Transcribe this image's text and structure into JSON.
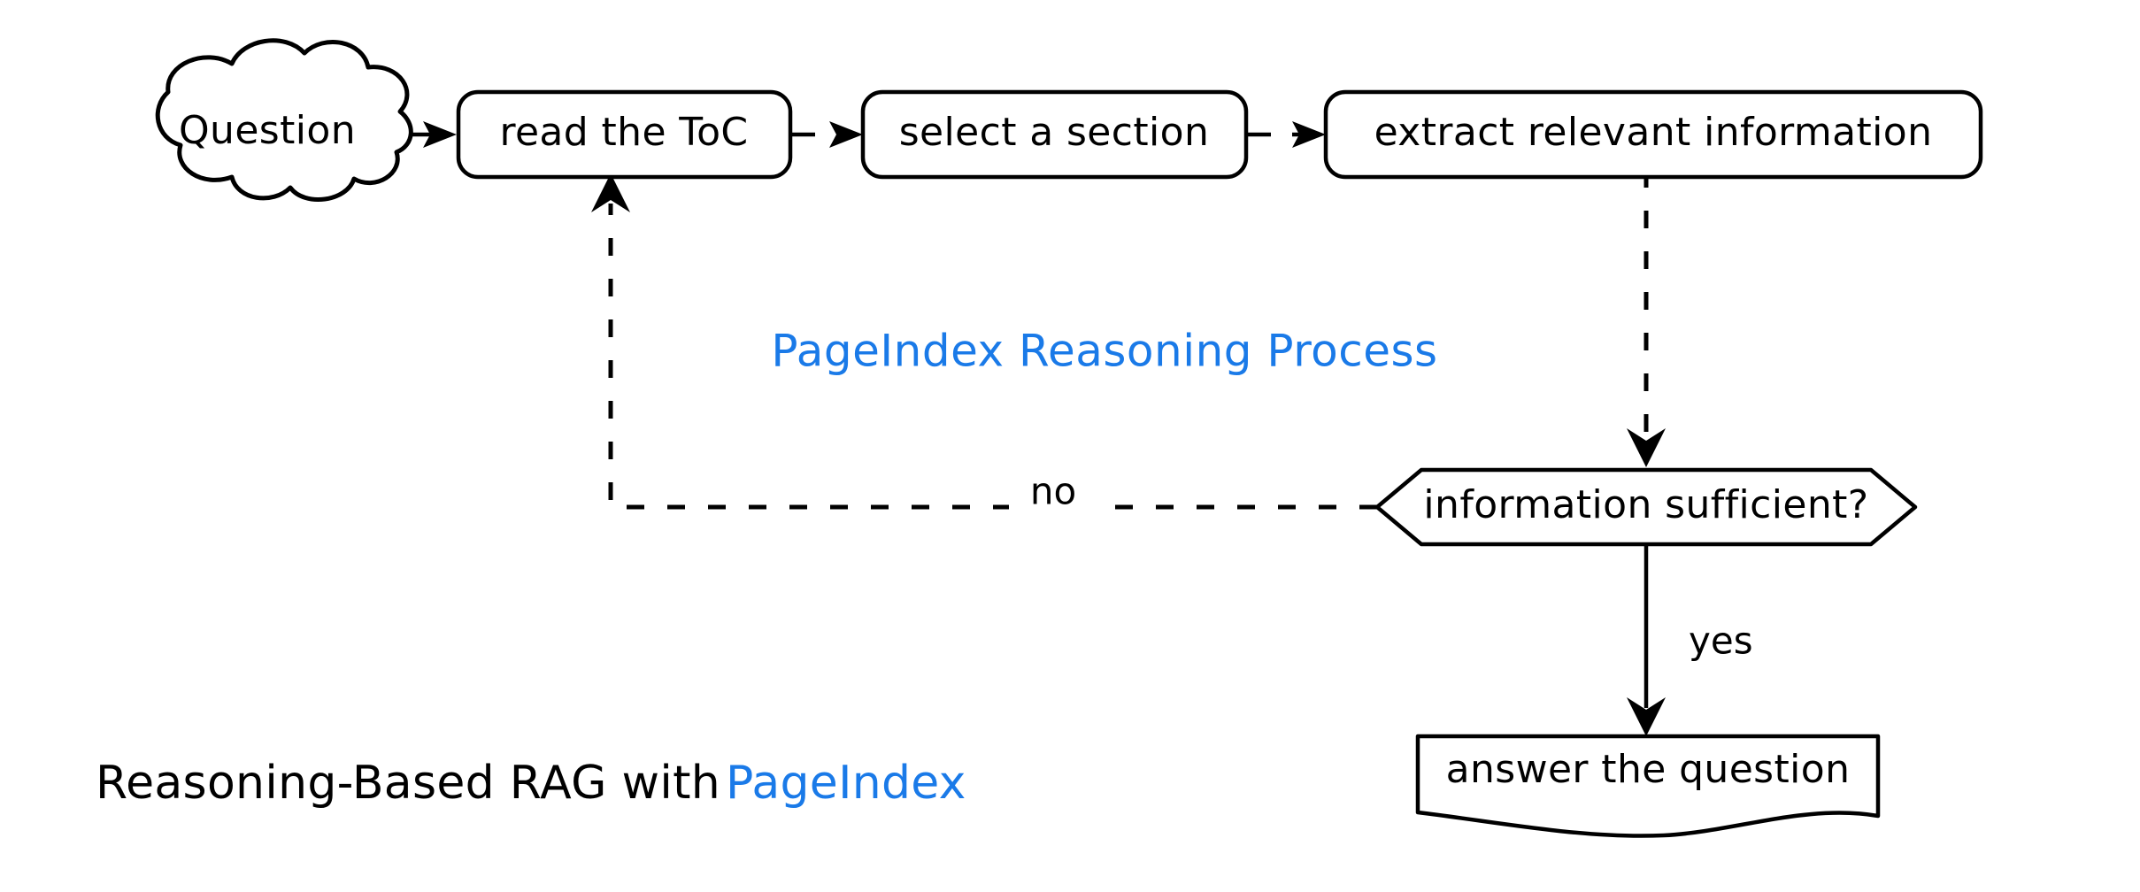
{
  "diagram": {
    "title_overlay": "PageIndex Reasoning Process",
    "caption_prefix": "Reasoning-Based RAG with ",
    "caption_brand": "PageIndex",
    "accent_color": "#1a7ae8",
    "line_color": "#000000",
    "background_color": "#ffffff",
    "nodes": {
      "question": {
        "label": "Question",
        "shape": "cloud"
      },
      "read_toc": {
        "label": "read the ToC",
        "shape": "rounded-rect"
      },
      "select_section": {
        "label": "select a section",
        "shape": "rounded-rect"
      },
      "extract_info": {
        "label": "extract relevant information",
        "shape": "rounded-rect"
      },
      "decision": {
        "label": "information sufficient?",
        "shape": "hexagon"
      },
      "answer": {
        "label": "answer the question",
        "shape": "document"
      }
    },
    "edges": [
      {
        "from": "question",
        "to": "read_toc",
        "label": "",
        "style": "solid"
      },
      {
        "from": "read_toc",
        "to": "select_section",
        "label": "",
        "style": "solid"
      },
      {
        "from": "select_section",
        "to": "extract_info",
        "label": "",
        "style": "solid"
      },
      {
        "from": "extract_info",
        "to": "decision",
        "label": "",
        "style": "dashed"
      },
      {
        "from": "decision",
        "to": "read_toc",
        "label": "no",
        "style": "dashed"
      },
      {
        "from": "decision",
        "to": "answer",
        "label": "yes",
        "style": "solid"
      }
    ],
    "edge_labels": {
      "no": "no",
      "yes": "yes"
    }
  }
}
